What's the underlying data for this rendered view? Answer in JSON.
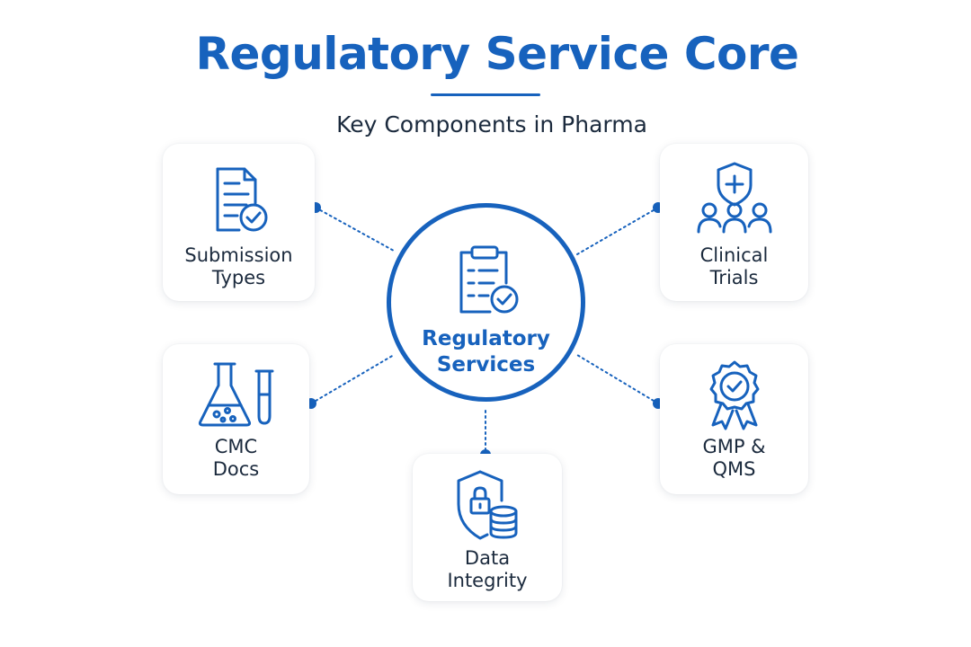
{
  "title": "Regulatory Service Core",
  "subtitle": "Key Components in Pharma",
  "hub": {
    "label": "Regulatory\nServices",
    "icon": "clipboard-check-icon"
  },
  "components": [
    {
      "id": "submission-types",
      "label": "Submission\nTypes",
      "icon": "document-check-icon"
    },
    {
      "id": "cmc-docs",
      "label": "CMC\nDocs",
      "icon": "flask-test-tube-icon"
    },
    {
      "id": "data-integrity",
      "label": "Data\nIntegrity",
      "icon": "shield-lock-database-icon"
    },
    {
      "id": "clinical-trials",
      "label": "Clinical\nTrials",
      "icon": "shield-cross-people-icon"
    },
    {
      "id": "gmp-qms",
      "label": "GMP &\nQMS",
      "icon": "award-badge-icon"
    }
  ],
  "colors": {
    "primary": "#1762bd",
    "text": "#1b2a3d",
    "background": "#ffffff"
  }
}
